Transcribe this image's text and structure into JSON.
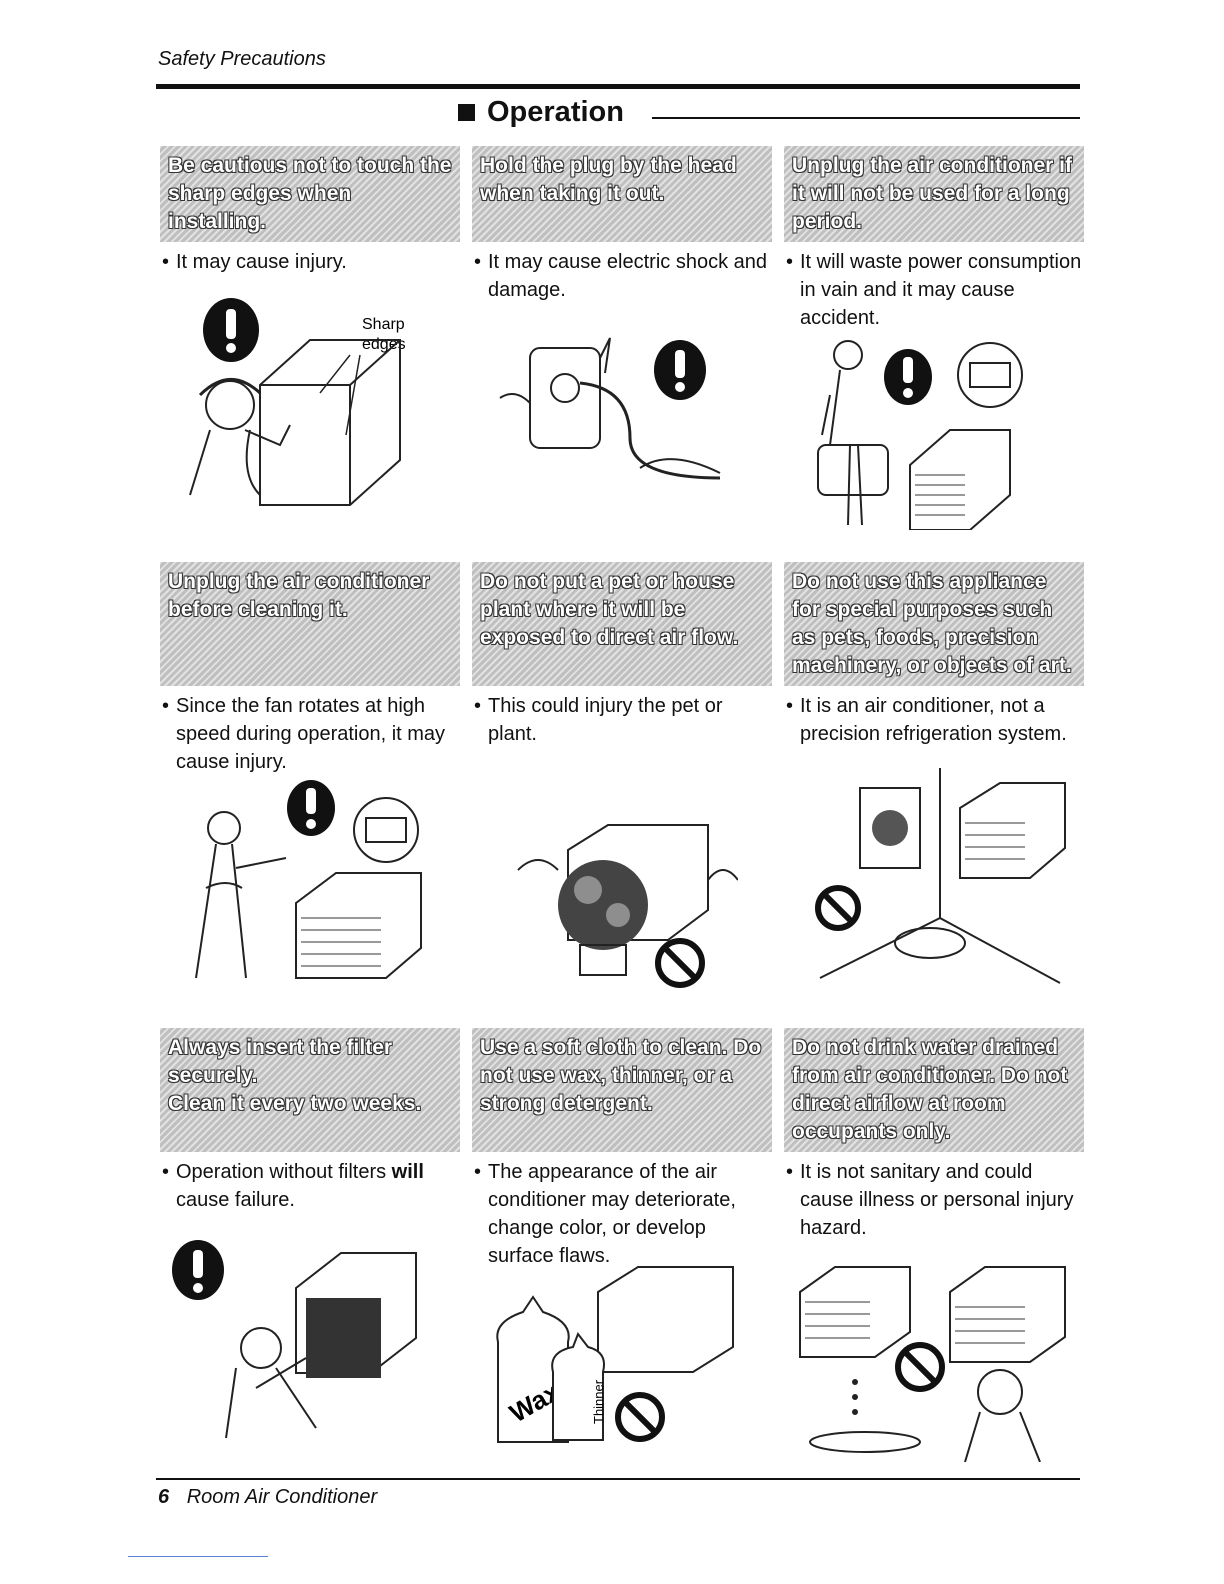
{
  "header": {
    "section_label": "Safety Precautions"
  },
  "section": {
    "title": "Operation"
  },
  "cards": [
    {
      "heading": [
        "Be cautious not to touch the",
        "sharp edges when",
        "installing."
      ],
      "note": "It may cause injury.",
      "callout": [
        "Sharp",
        "edges"
      ]
    },
    {
      "heading": [
        "Hold the plug by the head",
        "when taking it out."
      ],
      "note": "It may cause electric shock and damage."
    },
    {
      "heading": [
        "Unplug the air conditioner if",
        "it will not be used for a long",
        "period."
      ],
      "note": "It will waste power consumption in vain and it may cause accident."
    },
    {
      "heading": [
        "Unplug the air conditioner",
        "before cleaning it."
      ],
      "note": "Since the fan rotates at high speed during operation, it may cause injury."
    },
    {
      "heading": [
        "Do not put a pet or house",
        "plant where it will be",
        "exposed to direct air flow."
      ],
      "note": "This could injury the pet or plant."
    },
    {
      "heading": [
        "Do not use this appliance",
        "for special purposes such",
        "as pets, foods, precision",
        "machinery, or objects of art."
      ],
      "note": "It is an air conditioner, not a precision refrigeration system."
    },
    {
      "heading": [
        "Always insert the filter",
        "securely.",
        "Clean it every two weeks."
      ],
      "note_plain": "Operation without filters ",
      "note_bold": "will",
      "note_tail": " cause failure."
    },
    {
      "heading": [
        "Use a soft cloth to clean. Do",
        "not use wax, thinner, or a",
        "strong detergent."
      ],
      "note": "The appearance of the air conditioner may deteriorate, change color, or develop surface flaws.",
      "bottle_labels": [
        "Wax",
        "Thinner"
      ]
    },
    {
      "heading": [
        "Do not drink water drained",
        "from air conditioner. Do not",
        "direct airflow at room",
        "occupants only."
      ],
      "note": "It is not sanitary and could cause illness or personal injury hazard."
    }
  ],
  "bullet_char": "•",
  "footer": {
    "page_number": "6",
    "title": "Room Air Conditioner"
  },
  "colors": {
    "banner": "#bfbfbf",
    "text": "#111111"
  },
  "icons": [
    "mandatory-icon",
    "prohibited-icon"
  ]
}
